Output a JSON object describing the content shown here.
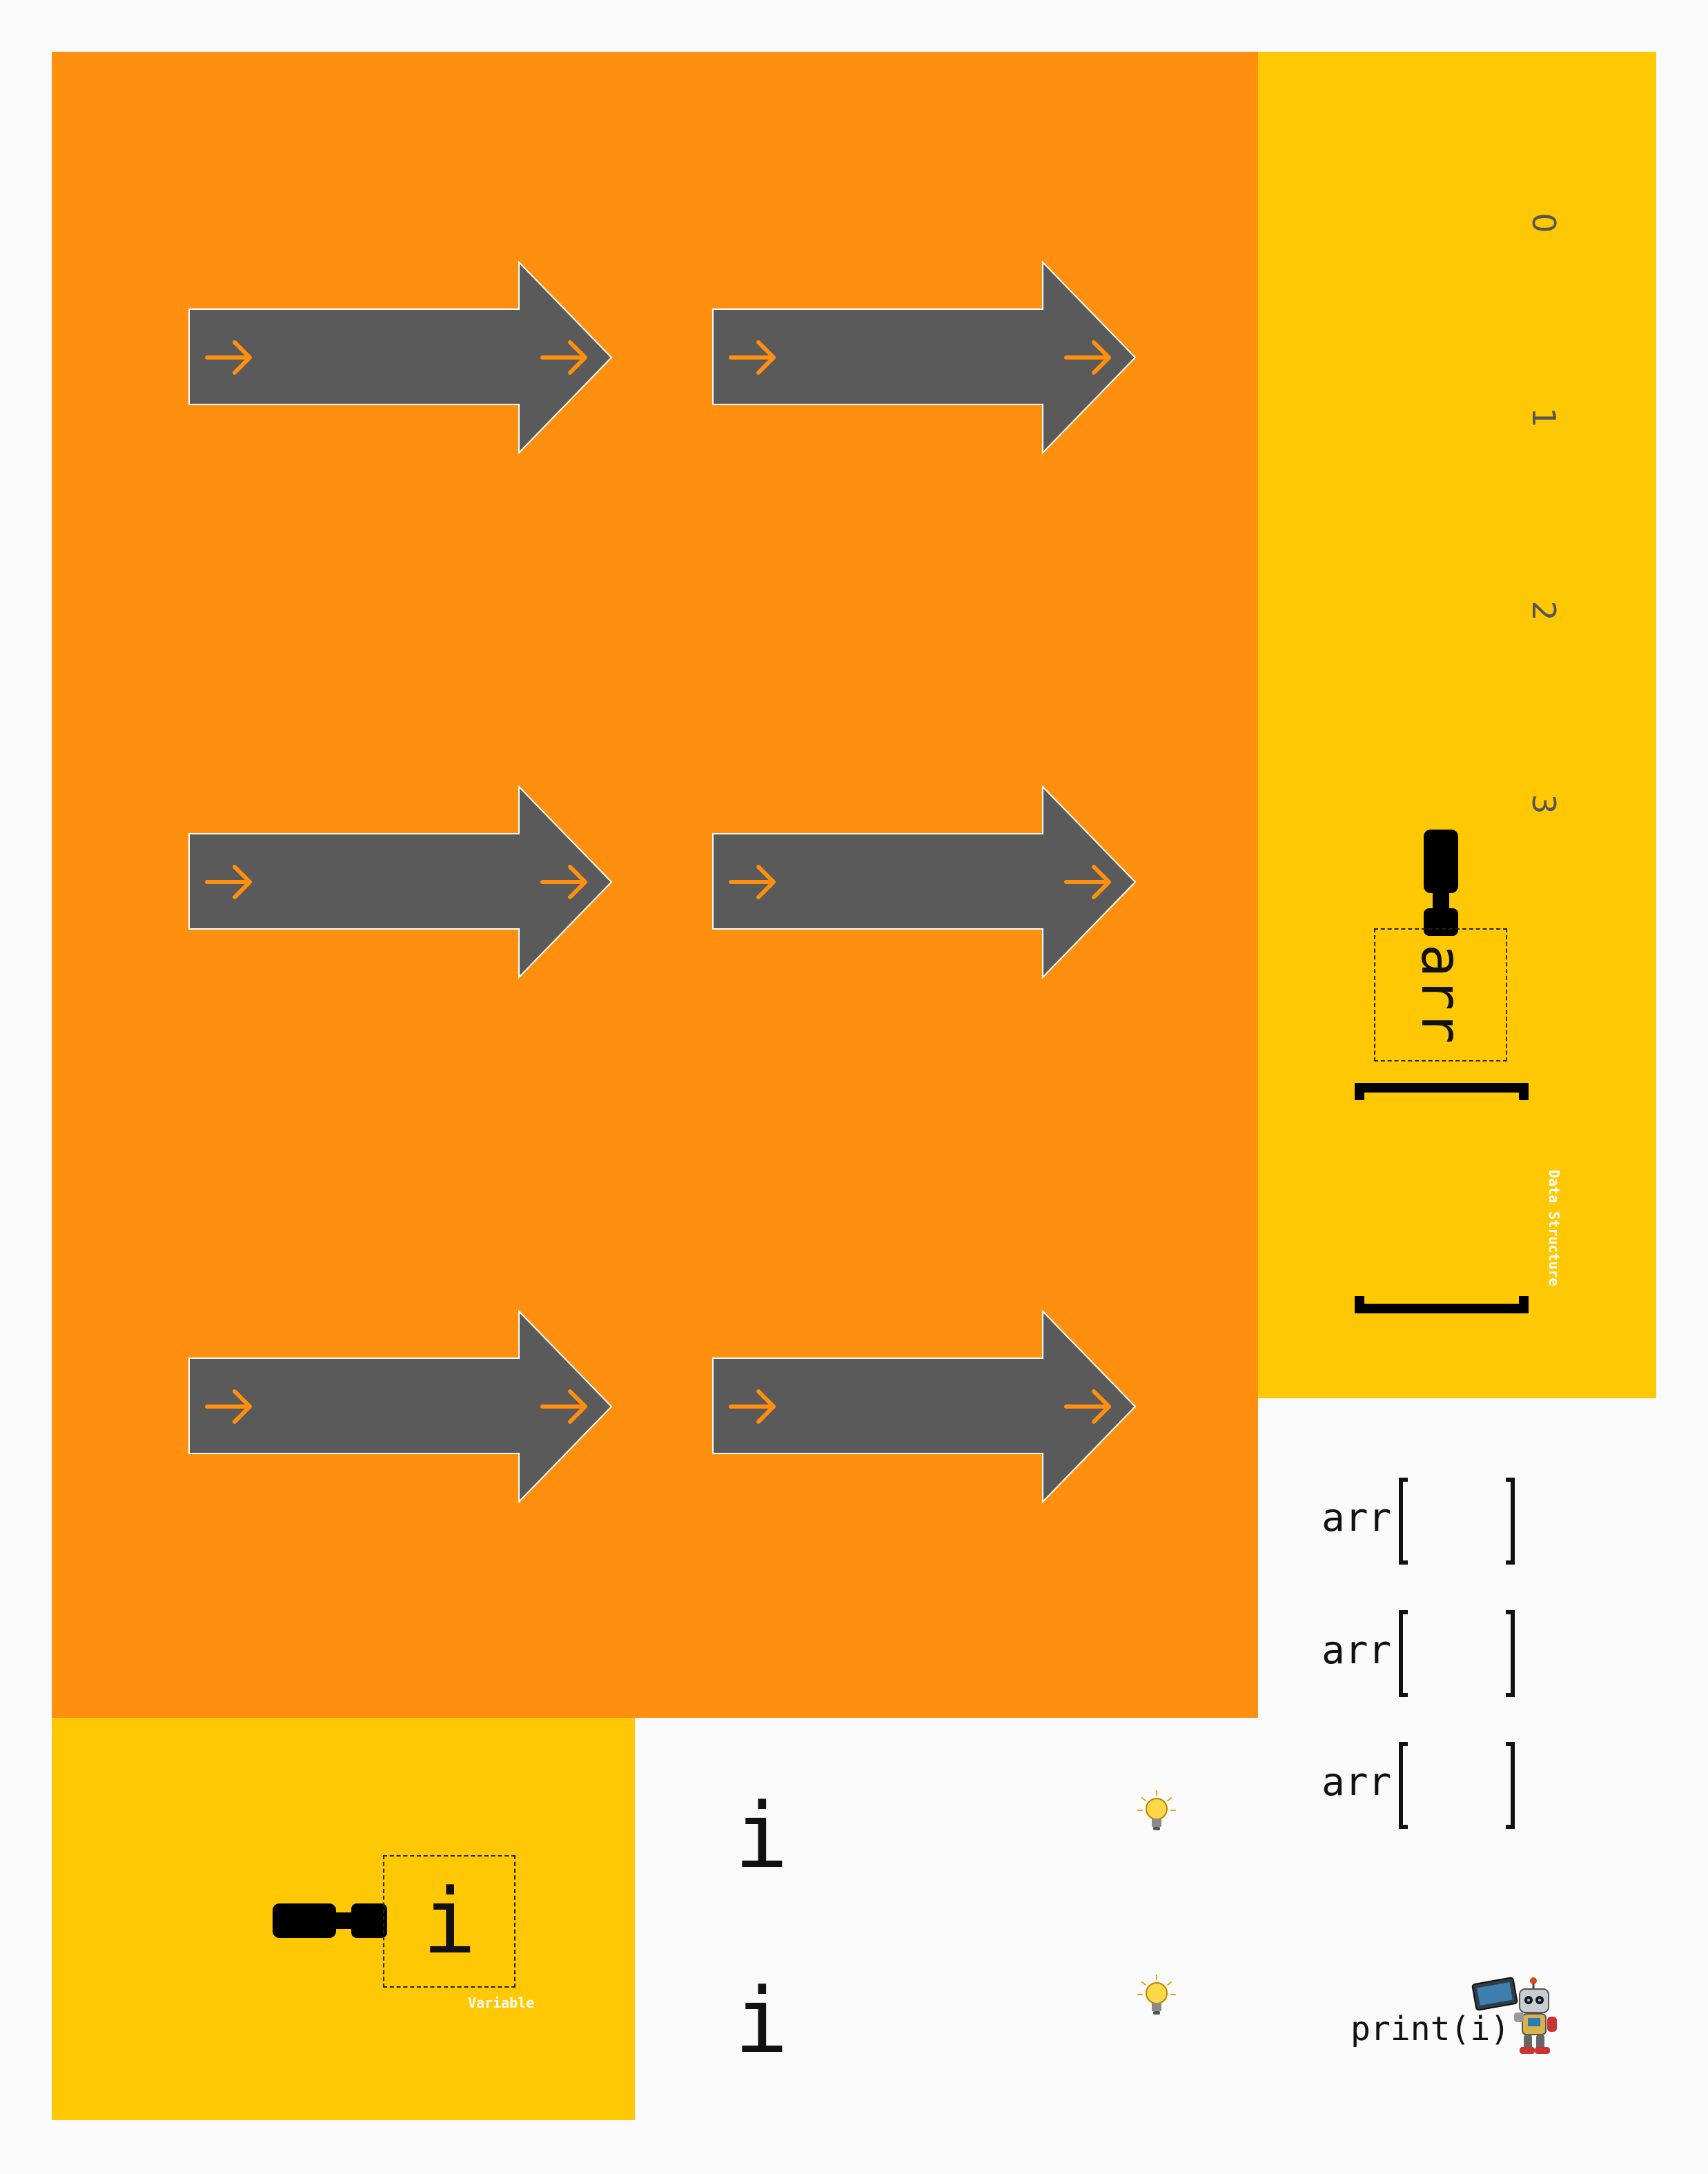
{
  "loop_panel": {
    "rows": 3,
    "columns": 2
  },
  "array_panel": {
    "indices": [
      "0",
      "1",
      "2",
      "3"
    ],
    "variable_name": "arr",
    "tag": "Data Structure"
  },
  "variable_panel": {
    "variable_name": "i",
    "tag": "Variable"
  },
  "loop_var_rows": [
    {
      "label": "i"
    },
    {
      "label": "i"
    }
  ],
  "access_rows": [
    {
      "label": "arr"
    },
    {
      "label": "arr"
    },
    {
      "label": "arr"
    }
  ],
  "statement": {
    "code": "print(i)"
  },
  "colors": {
    "orange": "#ff8f0f",
    "yellow": "#ffc804",
    "arrow_fill": "#5a5a5a",
    "arrow_accent": "#ff8f0f"
  },
  "icons": [
    "arrow-right-icon",
    "lightbulb-icon",
    "robot-icon",
    "variable-handle-icon"
  ]
}
